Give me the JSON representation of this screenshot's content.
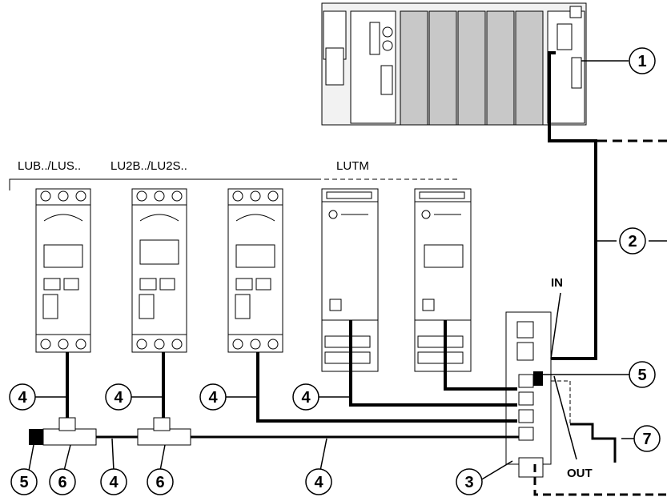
{
  "labels": {
    "group_lub": "LUB../LUS..",
    "group_lu2b": "LU2B../LU2S..",
    "group_lutm": "LUTM",
    "port_in": "IN",
    "port_out": "OUT"
  },
  "callouts": {
    "plc": "1",
    "bus_cable": "2",
    "splitter_box": "3",
    "drop_cable_1": "4",
    "drop_cable_2": "4",
    "drop_cable_3": "4",
    "drop_cable_4": "4",
    "link_cable_1": "4",
    "link_cable_2": "4",
    "terminator_box": "5",
    "terminator_left": "5",
    "tee_1": "6",
    "tee_2": "6",
    "out_cable": "7"
  }
}
